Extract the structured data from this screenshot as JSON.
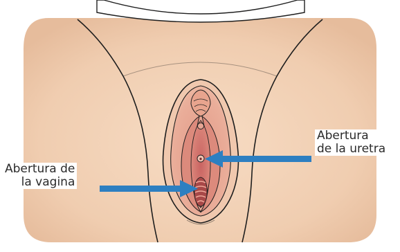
{
  "labels": {
    "urethra": {
      "line1": "Abertura",
      "line2": "de la uretra"
    },
    "vagina": {
      "line1": "Abertura de",
      "line2": "la vagina"
    }
  },
  "colors": {
    "skin": "#f2d0b4",
    "skin_shadow": "#e6b79a",
    "outline": "#1e1e1e",
    "labia_outer": "#e8a896",
    "labia_inner": "#d98478",
    "tissue_dark": "#b95a5a",
    "tissue_mid": "#cf7470",
    "arrow": "#2d7fc1",
    "background": "#ffffff"
  }
}
